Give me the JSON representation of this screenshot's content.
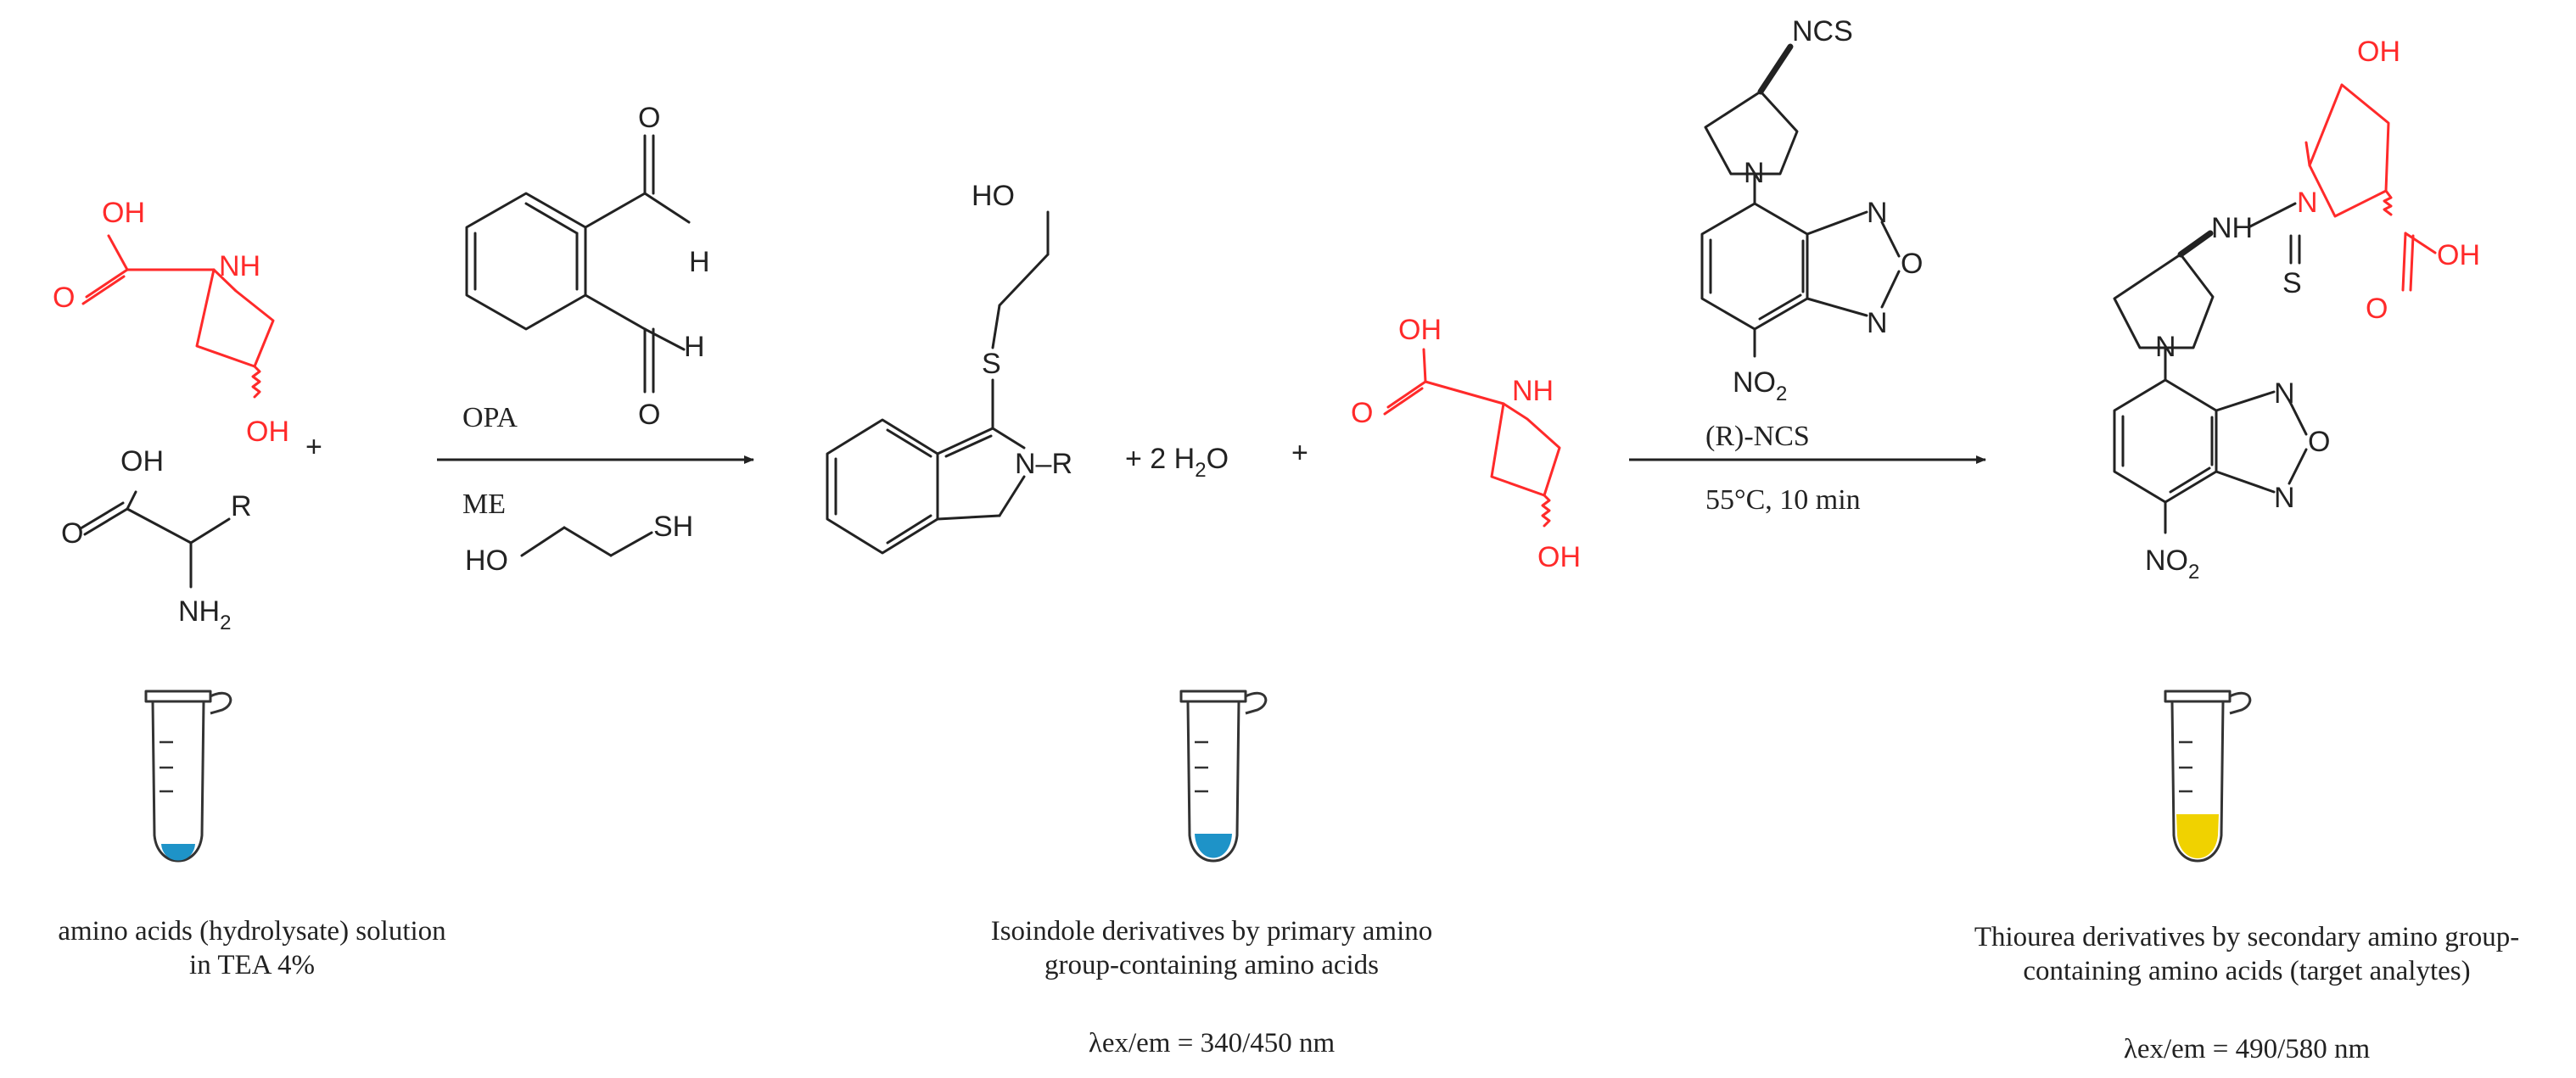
{
  "atoms": {
    "oh": "OH",
    "o": "O",
    "n": "N",
    "nh": "NH",
    "nh2": "NH",
    "nh2_sub": "2",
    "h": "H",
    "r": "R",
    "s": "S",
    "sh": "SH",
    "ho": "HO",
    "ncs": "NCS",
    "no2": "NO",
    "no2_sub": "2",
    "n_r": "N–R"
  },
  "plus": "+",
  "water": {
    "prefix": "+ 2 H",
    "sub": "2",
    "suffix": "O"
  },
  "reagents": {
    "opa": "OPA",
    "me": "ME",
    "r_ncs": "(R)-NCS",
    "conditions": "55°C, 10 min"
  },
  "captions": {
    "left_line1": "amino acids (hydrolysate) solution",
    "left_line2": "in TEA 4%",
    "middle_line1": "Isoindole derivatives by primary amino",
    "middle_line2": "group-containing amino acids",
    "middle_wavelength": "λex/em = 340/450 nm",
    "right_line1": "Thiourea derivatives by secondary amino group-",
    "right_line2": "containing amino acids (target analytes)",
    "right_wavelength": "λex/em = 490/580 nm"
  },
  "tube_colors": {
    "left": "#1e93c8",
    "middle": "#1e93c8",
    "right": "#f0d200"
  },
  "highlight_color": "#ff2a2a"
}
